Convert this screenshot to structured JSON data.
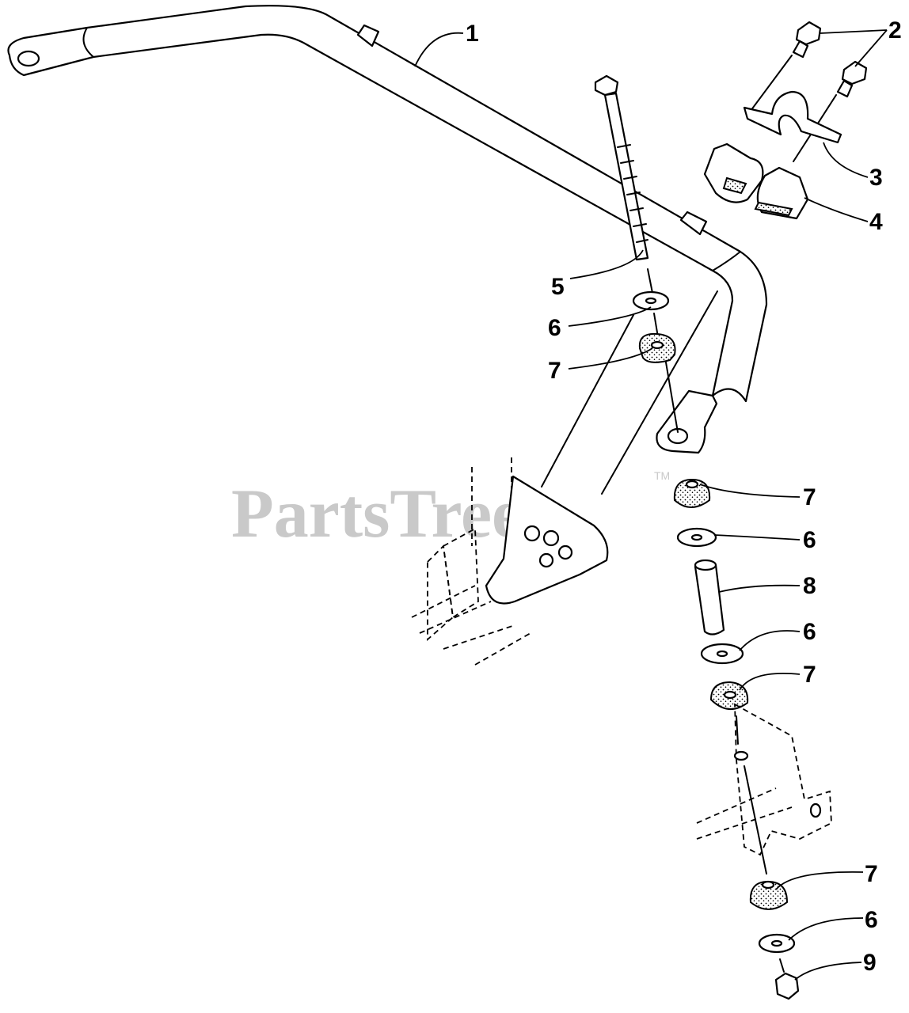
{
  "watermark": {
    "text": "PartsTree",
    "trademark": "TM"
  },
  "callouts": [
    {
      "id": "c1",
      "label": "1"
    },
    {
      "id": "c2",
      "label": "2"
    },
    {
      "id": "c3",
      "label": "3"
    },
    {
      "id": "c4",
      "label": "4"
    },
    {
      "id": "c5",
      "label": "5"
    },
    {
      "id": "c6a",
      "label": "6"
    },
    {
      "id": "c7a",
      "label": "7"
    },
    {
      "id": "c7b",
      "label": "7"
    },
    {
      "id": "c6b",
      "label": "6"
    },
    {
      "id": "c8",
      "label": "8"
    },
    {
      "id": "c6c",
      "label": "6"
    },
    {
      "id": "c7c",
      "label": "7"
    },
    {
      "id": "c7d",
      "label": "7"
    },
    {
      "id": "c6d",
      "label": "6"
    },
    {
      "id": "c9",
      "label": "9"
    }
  ]
}
